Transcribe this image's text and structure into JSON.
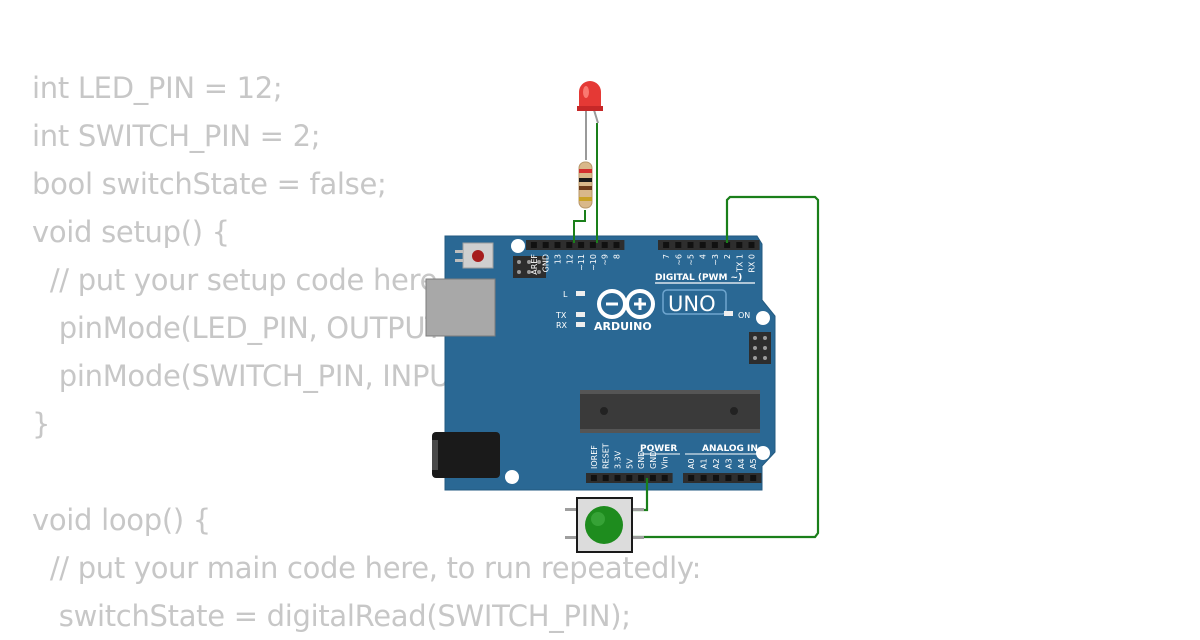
{
  "code_lines": [
    "int LED_PIN = 12;",
    "int SWITCH_PIN = 2;",
    "bool switchState = false;",
    "void setup() {",
    "  // put your setup code here, to run once:",
    "   pinMode(LED_PIN, OUTPUT);",
    "   pinMode(SWITCH_PIN, INPUT);",
    "}",
    "",
    "void loop() {",
    "  // put your main code here, to run repeatedly:",
    "   switchState = digitalRead(SWITCH_PIN);"
  ],
  "board": {
    "brand": "ARDUINO",
    "model": "UNO",
    "digital_header": "DIGITAL (PWM ~)",
    "power_header": "POWER",
    "analog_header": "ANALOG IN",
    "on_label": "ON",
    "l_label": "L",
    "tx_label": "TX",
    "rx_label": "RX",
    "digital_pins_left": [
      "AREF",
      "GND",
      "13",
      "12",
      "~11",
      "~10",
      "~9",
      "8"
    ],
    "digital_pins_right": [
      "7",
      "~6",
      "~5",
      "4",
      "~3",
      "2",
      "TX 1",
      "RX 0"
    ],
    "power_pins": [
      "IOREF",
      "RESET",
      "3.3V",
      "5V",
      "GND",
      "GND",
      "Vin"
    ],
    "analog_pins": [
      "A0",
      "A1",
      "A2",
      "A3",
      "A4",
      "A5"
    ]
  },
  "colors": {
    "board": "#2a6894",
    "wire": "#1a7f1a",
    "led": "#e53935",
    "button": "#1e8c1e",
    "code_text": "#c7c7c7"
  }
}
